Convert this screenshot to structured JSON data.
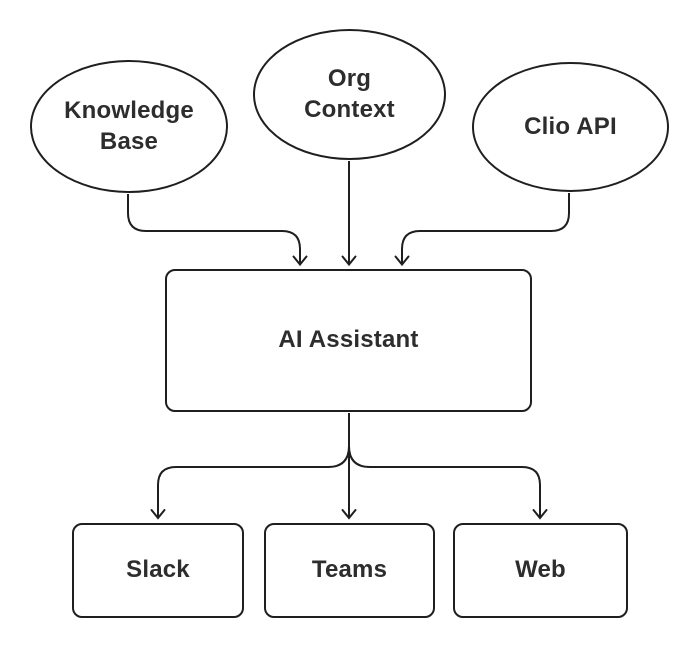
{
  "diagram": {
    "type": "flowchart",
    "background_color": "#ffffff",
    "stroke_color": "#1f1f1f",
    "text_color": "#2d2d2d",
    "nodes": {
      "knowledge_base": {
        "label": "Knowledge Base",
        "shape": "ellipse"
      },
      "org_context": {
        "label": "Org Context",
        "shape": "ellipse"
      },
      "clio_api": {
        "label": "Clio API",
        "shape": "ellipse"
      },
      "ai_assistant": {
        "label": "AI Assistant",
        "shape": "rectangle"
      },
      "slack": {
        "label": "Slack",
        "shape": "rectangle"
      },
      "teams": {
        "label": "Teams",
        "shape": "rectangle"
      },
      "web": {
        "label": "Web",
        "shape": "rectangle"
      }
    },
    "edges": [
      {
        "from": "knowledge_base",
        "to": "ai_assistant",
        "arrow": "open-chevron"
      },
      {
        "from": "org_context",
        "to": "ai_assistant",
        "arrow": "open-chevron"
      },
      {
        "from": "clio_api",
        "to": "ai_assistant",
        "arrow": "open-chevron"
      },
      {
        "from": "ai_assistant",
        "to": "slack",
        "arrow": "open-chevron"
      },
      {
        "from": "ai_assistant",
        "to": "teams",
        "arrow": "open-chevron"
      },
      {
        "from": "ai_assistant",
        "to": "web",
        "arrow": "open-chevron"
      }
    ]
  }
}
